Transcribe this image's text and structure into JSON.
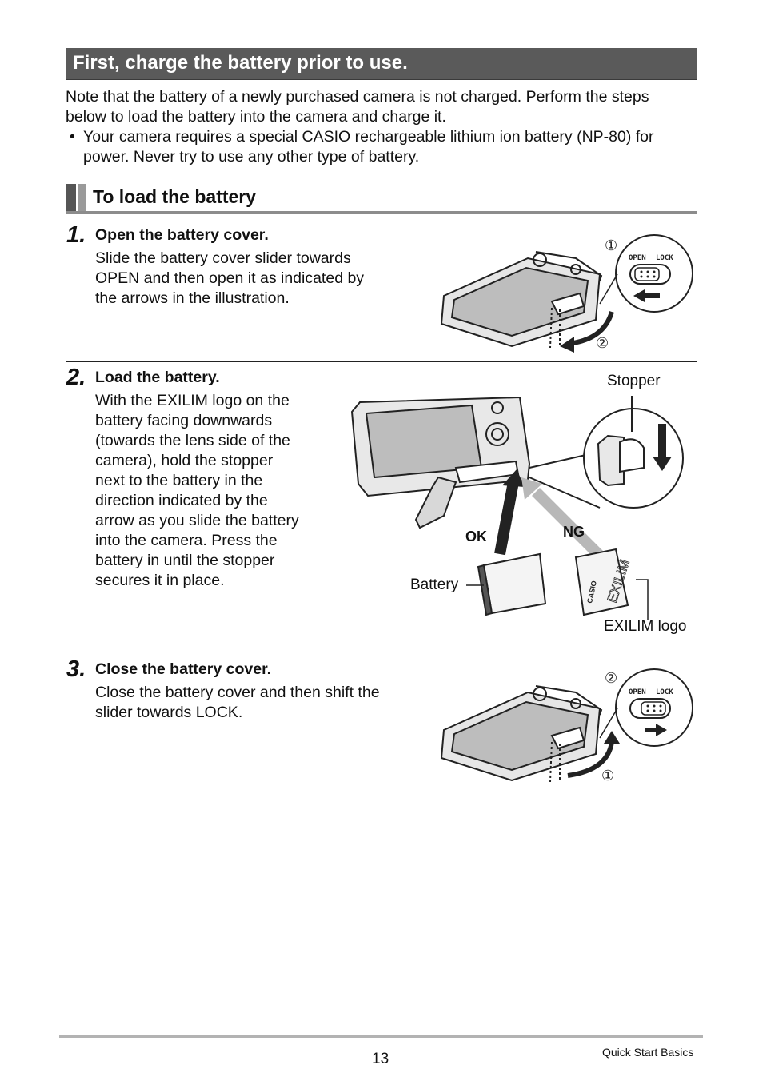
{
  "heading": "First, charge the battery prior to use.",
  "intro": {
    "paragraph_line1": "Note that the battery of a newly purchased camera is not charged. Perform the steps",
    "paragraph_line2": "below to load the battery into the camera and charge it.",
    "bullet_symbol": "•",
    "bullet_line1": "Your camera requires a special CASIO rechargeable lithium ion battery (NP-80) for",
    "bullet_line2": "power. Never try to use any other type of battery."
  },
  "subheading": "To load the battery",
  "steps": [
    {
      "number": "1.",
      "title": "Open the battery cover.",
      "lines": [
        "Slide the battery cover slider towards",
        "OPEN and then open it as indicated by",
        "the arrows in the illustration."
      ],
      "figure": {
        "marker_top": "①",
        "marker_bottom": "②",
        "switch_open": "OPEN",
        "switch_lock": "LOCK"
      }
    },
    {
      "number": "2.",
      "title": "Load the battery.",
      "lines": [
        "With the EXILIM logo on the",
        "battery facing downwards",
        "(towards the lens side of the",
        "camera), hold the stopper",
        "next to the battery in the",
        "direction indicated by the",
        "arrow as you slide the battery",
        "into the camera. Press the",
        "battery in until the stopper",
        "secures it in place."
      ],
      "figure": {
        "stopper": "Stopper",
        "ok": "OK",
        "ng": "NG",
        "battery": "Battery",
        "exilim_logo": "EXILIM logo",
        "battery_brand": "CASIO",
        "battery_logo": "EXILIM"
      }
    },
    {
      "number": "3.",
      "title": "Close the battery cover.",
      "lines": [
        "Close the battery cover and then shift the",
        "slider towards LOCK."
      ],
      "figure": {
        "marker_top": "②",
        "marker_bottom": "①",
        "switch_open": "OPEN",
        "switch_lock": "LOCK"
      }
    }
  ],
  "footer": {
    "page_number": "13",
    "section": "Quick Start Basics"
  }
}
